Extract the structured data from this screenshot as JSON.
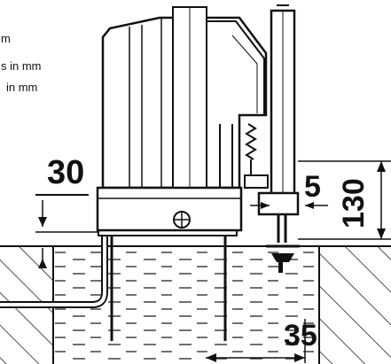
{
  "notes": [
    "m",
    "s in mm",
    "in mm"
  ],
  "dimensions": {
    "top_left": "30",
    "small_gap": "5",
    "height": "130",
    "bottom_width": "35"
  },
  "colors": {
    "line": "#111111",
    "background": "#ffffff",
    "hatch": "#222222"
  }
}
